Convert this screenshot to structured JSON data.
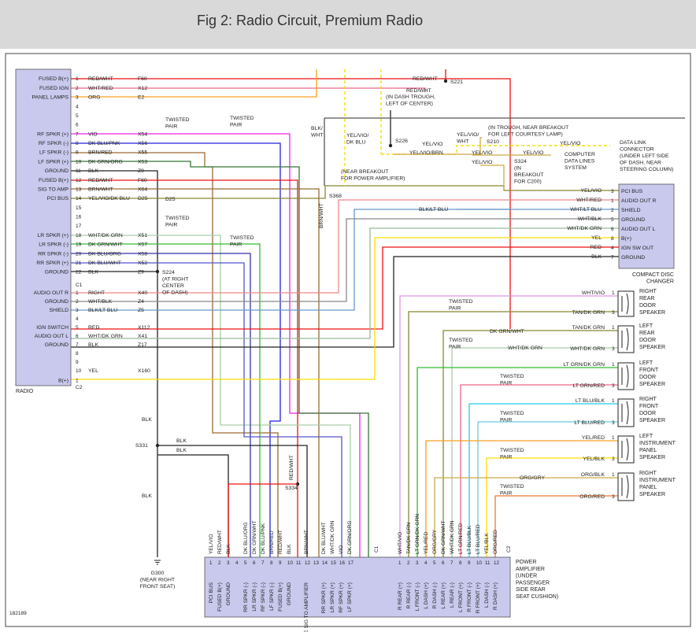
{
  "title": "Fig 2: Radio Circuit, Premium Radio",
  "figure_id": "182189",
  "colors": {
    "box_fill": "#c9c9ee",
    "frame": "#444444",
    "vio": "#ee22ee",
    "red": "#ee1111",
    "orange": "#f5a020",
    "yellow": "#ffdd00",
    "blue": "#2222dd",
    "green": "#33bb33",
    "cyan": "#22ccee",
    "brown": "#9a6a33",
    "gray": "#aaaaaa",
    "black": "#222222",
    "olive": "#888833"
  },
  "radio": {
    "label": "RADIO",
    "c1a": [
      {
        "n": "1",
        "name": "FUSED B(+)",
        "color": "RED/WHT",
        "circuit": "F60"
      },
      {
        "n": "2",
        "name": "FUSED IGN",
        "color": "WHT/RED",
        "circuit": "X12"
      },
      {
        "n": "3",
        "name": "PANEL LAMPS",
        "color": "ORG",
        "circuit": "E2"
      },
      {
        "n": "4",
        "name": "",
        "color": "",
        "circuit": ""
      },
      {
        "n": "5",
        "name": "",
        "color": "",
        "circuit": ""
      },
      {
        "n": "6",
        "name": "",
        "color": "",
        "circuit": ""
      },
      {
        "n": "7",
        "name": "RF SPKR (+)",
        "color": "VIO",
        "circuit": "X54"
      },
      {
        "n": "8",
        "name": "RF SPKR (-)",
        "color": "DK BLU/PNK",
        "circuit": "X56"
      },
      {
        "n": "9",
        "name": "LF SPKR (-)",
        "color": "BRN/RED",
        "circuit": "X55"
      },
      {
        "n": "10",
        "name": "LF SPKR (+)",
        "color": "DK GRN/ORG",
        "circuit": "X53"
      },
      {
        "n": "11",
        "name": "GROUND",
        "color": "BLK",
        "circuit": "Z9"
      },
      {
        "n": "12",
        "name": "FUSED B(+)",
        "color": "RED/WHT",
        "circuit": "F60"
      },
      {
        "n": "13",
        "name": "SIG TO AMP",
        "color": "BRN/WHT",
        "circuit": "X64"
      },
      {
        "n": "14",
        "name": "PCI BUS",
        "color": "YEL/VIO/DK BLU",
        "circuit": "D25"
      },
      {
        "n": "15",
        "name": "",
        "color": "",
        "circuit": ""
      },
      {
        "n": "16",
        "name": "",
        "color": "",
        "circuit": ""
      },
      {
        "n": "17",
        "name": "",
        "color": "",
        "circuit": ""
      },
      {
        "n": "18",
        "name": "LR SPKR (+)",
        "color": "WHT/DK GRN",
        "circuit": "X51"
      },
      {
        "n": "19",
        "name": "LR SPKR (-)",
        "color": "DK GRN/WHT",
        "circuit": "X57"
      },
      {
        "n": "20",
        "name": "RR SPKR (-)",
        "color": "DK BLU/ORG",
        "circuit": "X58"
      },
      {
        "n": "21",
        "name": "RR SPKR (+)",
        "color": "DK BLU/WHT",
        "circuit": "X52"
      },
      {
        "n": "22",
        "name": "GROUND",
        "color": "BLK",
        "circuit": "Z9"
      }
    ],
    "c1b": [
      {
        "n": "1",
        "name": "AUDIO OUT R",
        "color": "RIGHT",
        "circuit": "X40"
      },
      {
        "n": "2",
        "name": "GROUND",
        "color": "WHT/BLK",
        "circuit": "Z4"
      },
      {
        "n": "3",
        "name": "SHIELD",
        "color": "BLK/LT BLU",
        "circuit": "Z5"
      },
      {
        "n": "4",
        "name": "",
        "color": "",
        "circuit": ""
      },
      {
        "n": "5",
        "name": "IGN SWITCH",
        "color": "RED",
        "circuit": "X112"
      },
      {
        "n": "6",
        "name": "AUDIO OUT L",
        "color": "WHT/DK GRN",
        "circuit": "X41"
      },
      {
        "n": "7",
        "name": "GROUND",
        "color": "BLK",
        "circuit": "Z17"
      },
      {
        "n": "8",
        "name": "",
        "color": "",
        "circuit": ""
      },
      {
        "n": "9",
        "name": "",
        "color": "",
        "circuit": ""
      },
      {
        "n": "10",
        "name": "",
        "color": "YEL",
        "circuit": "X160"
      },
      {
        "n": "1",
        "name": "B(+)",
        "color": "",
        "circuit": ""
      }
    ],
    "conn_c1": "C1",
    "conn_c2": "C2"
  },
  "cd_changer": {
    "label": "COMPACT DISC CHANGER",
    "pins": [
      {
        "n": "3",
        "name": "PCI BUS",
        "color": "YEL/VIO"
      },
      {
        "n": "1",
        "name": "AUDIO OUT R",
        "color": "WHT/RED"
      },
      {
        "n": "2",
        "name": "SHIELD",
        "color": "WHT/LT BLU"
      },
      {
        "n": "5",
        "name": "GROUND",
        "color": "WHT/BLK"
      },
      {
        "n": "6",
        "name": "AUDIO OUT L",
        "color": "WHT/DK GRN"
      },
      {
        "n": "8",
        "name": "B(+)",
        "color": "YEL"
      },
      {
        "n": "4",
        "name": "IGN SW OUT",
        "color": "RED"
      },
      {
        "n": "7",
        "name": "GROUND",
        "color": "BLK"
      }
    ],
    "blk_lt_blu": "BLK/LT BLU"
  },
  "amp": {
    "label": "POWER AMPLIFIER (UNDER PASSENGER SIDE REAR SEAT CUSHION)",
    "c1": "C1",
    "c2": "C2",
    "pins": [
      {
        "n": "1",
        "name": "PCI BUS",
        "color": "YEL/VIO"
      },
      {
        "n": "2",
        "name": "FUSED B(+)",
        "color": "RED/WHT"
      },
      {
        "n": "3",
        "name": "GROUND",
        "color": "BLK"
      },
      {
        "n": "4",
        "name": "",
        "color": ""
      },
      {
        "n": "5",
        "name": "RR SPKR (-)",
        "color": "DK BLU/ORG"
      },
      {
        "n": "6",
        "name": "LR SPKR (-)",
        "color": "DK GRN/WHT"
      },
      {
        "n": "7",
        "name": "RF SPKR (-)",
        "color": "DK BLU/PNK"
      },
      {
        "n": "8",
        "name": "LF SPKR (-)",
        "color": "BRN/RED"
      },
      {
        "n": "9",
        "name": "FUSED B(+)",
        "color": "RED/WHT"
      },
      {
        "n": "10",
        "name": "GROUND",
        "color": "BLK"
      },
      {
        "n": "11",
        "name": "",
        "color": ""
      },
      {
        "n": "12",
        "name": "ENABLE SIG TO AMPLIFIER",
        "color": "BRN/WHT"
      },
      {
        "n": "13",
        "name": "",
        "color": ""
      },
      {
        "n": "14",
        "name": "RR SPKR (+)",
        "color": "DK BLU/WHT"
      },
      {
        "n": "15",
        "name": "LR SPKR (+)",
        "color": "WHT/DK GRN"
      },
      {
        "n": "16",
        "name": "RF SPKR (+)",
        "color": "VIO"
      },
      {
        "n": "17",
        "name": "LF SPKR (+)",
        "color": "DK GRN/ORG"
      },
      {
        "n": "1",
        "name": "R REAR (+)",
        "color": "WHT/VIO"
      },
      {
        "n": "2",
        "name": "R REAR (-)",
        "color": "TAN/DK GRN"
      },
      {
        "n": "3",
        "name": "L FRONT (-)",
        "color": "LT GRN/DK GRN"
      },
      {
        "n": "4",
        "name": "L DASH (+)",
        "color": "YEL/RED"
      },
      {
        "n": "5",
        "name": "R DASH (-)",
        "color": "ORG/GRY"
      },
      {
        "n": "6",
        "name": "L REAR (+)",
        "color": "DK GRN/WHT"
      },
      {
        "n": "7",
        "name": "L REAR (-)",
        "color": "WHT/DK GRN"
      },
      {
        "n": "8",
        "name": "L FRONT (+)",
        "color": "LT GRN/RED"
      },
      {
        "n": "9",
        "name": "R FRONT (-)",
        "color": "LT BLU/BLK"
      },
      {
        "n": "10",
        "name": "R FRONT (+)",
        "color": "LT BLU/RED"
      },
      {
        "n": "11",
        "name": "L DASH (-)",
        "color": "YEL/BLK"
      },
      {
        "n": "12",
        "name": "R DASH (+)",
        "color": "ORG/RED"
      }
    ]
  },
  "speakers": [
    {
      "name": "RIGHT REAR DOOR SPEAKER",
      "top_color": "WHT/VIO",
      "bottom_color": "TAN/DK GRN"
    },
    {
      "name": "LEFT REAR DOOR SPEAKER",
      "top_color": "TAN/DK GRN",
      "bottom_color": "WHT/DK GRN"
    },
    {
      "name": "LEFT FRONT DOOR SPEAKER",
      "top_color": "LT GRN/DK GRN",
      "bottom_color": "LT GRN/RED"
    },
    {
      "name": "RIGHT FRONT DOOR SPEAKER",
      "top_color": "LT BLU/BLK",
      "bottom_color": "LT BLU/RED"
    },
    {
      "name": "LEFT INSTRUMENT PANEL SPEAKER",
      "top_color": "YEL/RED",
      "bottom_color": "YEL/BLK"
    },
    {
      "name": "RIGHT INSTRUMENT PANEL SPEAKER",
      "top_color": "ORG/BLK",
      "bottom_color": "ORG/RED"
    }
  ],
  "speaker_wire_extra": {
    "dk_grn_wht": "DK GRN/WHT",
    "wht_dk_grn": "WHT/DK GRN",
    "org_gry": "ORG/GRY"
  },
  "annotations": {
    "twisted_pair": "TWISTED PAIR",
    "red_wht": "RED/WHT",
    "s221": "S221",
    "dash_trough": "(IN DASH TROUGH, LEFT OF CENTER)",
    "trough_breakout": "(IN TROUGH, NEAR BREAKOUT FOR LEFT COURTESY LAMP)",
    "s226": "S226",
    "s210": "S210",
    "blk_wht": "BLK/ WHT",
    "yel_vio_dk_blu": "YEL/VIO/ DK BLU",
    "yel_vio": "YEL/VIO",
    "yel_vio_brn": "YEL/VIO/BRN",
    "yel_vio_wht": "YEL/VIO/ WHT",
    "data_link": "DATA LINK CONNECTOR (UNDER LEFT SIDE OF DASH, NEAR STEERING COLUMN)",
    "computer_data": "COMPUTER DATA LINES SYSTEM",
    "s324": "S324 (IN BREAKOUT FOR C200)",
    "near_breakout_amp": "(NEAR BREAKOUT FOR POWER AMPLIFIER)",
    "s368": "S368",
    "brn_wht": "BRN/WHT",
    "s224": "S224 (AT RIGHT CENTER OF DASH)",
    "blk": "BLK",
    "s331": "S331",
    "s334": "S334",
    "red_wht_v": "RED/WHT",
    "g300": "G300 (NEAR RIGHT FRONT SEAT)",
    "d25": "D25"
  }
}
